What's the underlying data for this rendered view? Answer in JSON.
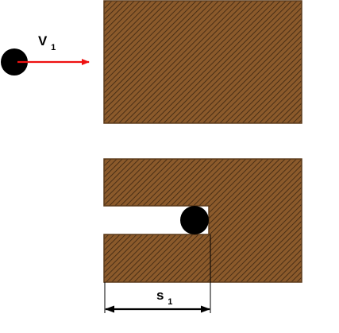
{
  "labels": {
    "velocity_symbol": "V",
    "velocity_subscript": "1",
    "distance_symbol": "s",
    "distance_subscript": "1"
  },
  "colors": {
    "background": "#ffffff",
    "wood_fill": "#8b5a2b",
    "wood_hatch": "#3a2410",
    "wood_edge": "#5c3a1a",
    "ball": "#000000",
    "velocity_arrow": "#ee1111",
    "dimension_line": "#000000"
  }
}
